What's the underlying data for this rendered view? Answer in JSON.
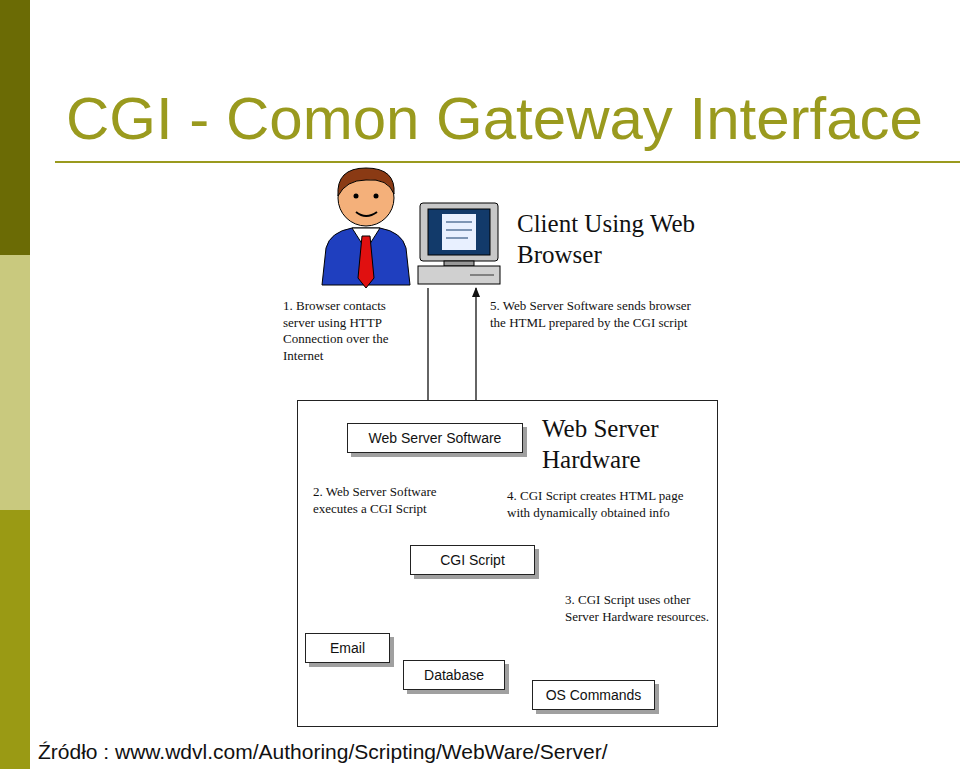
{
  "diagram": {
    "title": "CGI - Comon Gateway Interface",
    "caption": "Źródło : www.wdvl.com/Authoring/Scripting/WebWare/Server/",
    "nodes": [
      {
        "text": [
          "Client Using Web Browser"
        ]
      },
      {
        "text": [
          "Web Server Hardware"
        ]
      },
      {
        "text": [
          "Web Server Software"
        ],
        "in": 1
      },
      {
        "text": [
          "CGI Script"
        ],
        "in": 1
      },
      {
        "text": [
          "Email"
        ],
        "in": 1
      },
      {
        "text": [
          "Database"
        ],
        "in": 1
      },
      {
        "text": [
          "OS Commands"
        ],
        "in": 1
      }
    ],
    "edges": [
      {
        "from": 0,
        "to": 2,
        "arrow": "to",
        "label": "1. Browser contacts server using HTTP Connection over the Internet"
      },
      {
        "from": 2,
        "to": 0,
        "arrow": "to",
        "label": "5. Web Server Software sends browser the HTML prepared by the CGI script"
      },
      {
        "from": 2,
        "to": 3,
        "arrow": "to",
        "label": "2. Web Server Software executes a CGI Script"
      },
      {
        "from": 3,
        "to": 2,
        "arrow": "to",
        "label": "4. CGI Script creates HTML page with dynamically obtained info"
      },
      {
        "from": 3,
        "to": 4,
        "arrow": "both"
      },
      {
        "from": 3,
        "to": 5,
        "arrow": "both"
      },
      {
        "from": 3,
        "to": 6,
        "arrow": "both"
      }
    ],
    "labels": [
      "3. CGI Script uses other Server Hardware resources."
    ]
  }
}
